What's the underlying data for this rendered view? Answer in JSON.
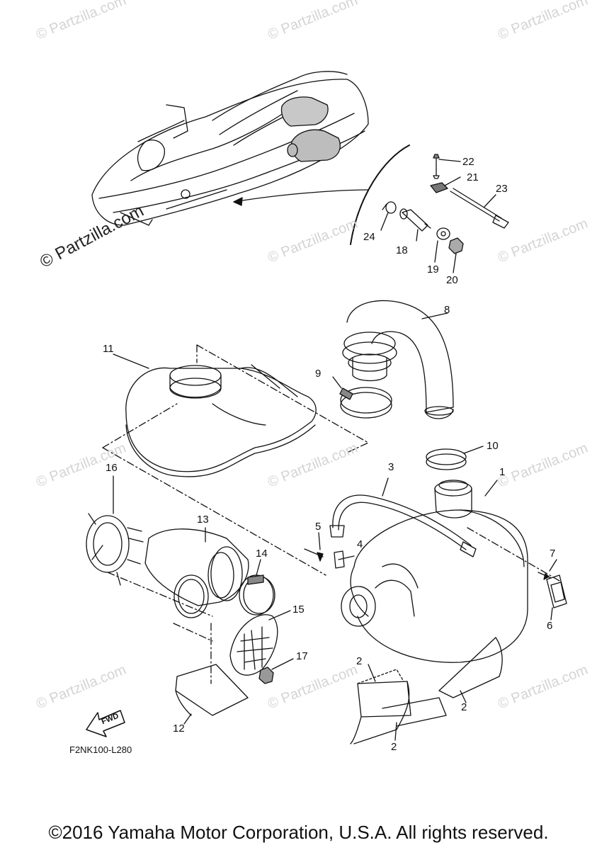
{
  "watermark_text": "© Partzilla.com",
  "parts": [
    {
      "label": "1"
    },
    {
      "label": "2"
    },
    {
      "label": "2"
    },
    {
      "label": "2"
    },
    {
      "label": "3"
    },
    {
      "label": "4"
    },
    {
      "label": "5"
    },
    {
      "label": "6"
    },
    {
      "label": "7"
    },
    {
      "label": "8"
    },
    {
      "label": "9"
    },
    {
      "label": "10"
    },
    {
      "label": "11"
    },
    {
      "label": "12"
    },
    {
      "label": "13"
    },
    {
      "label": "14"
    },
    {
      "label": "15"
    },
    {
      "label": "16"
    },
    {
      "label": "17"
    },
    {
      "label": "18"
    },
    {
      "label": "19"
    },
    {
      "label": "20"
    },
    {
      "label": "21"
    },
    {
      "label": "22"
    },
    {
      "label": "23"
    },
    {
      "label": "24"
    }
  ],
  "fwd_label": "FWD",
  "diagram_code": "F2NK100-L280",
  "copyright": "©2016 Yamaha Motor Corporation, U.S.A. All rights reserved."
}
